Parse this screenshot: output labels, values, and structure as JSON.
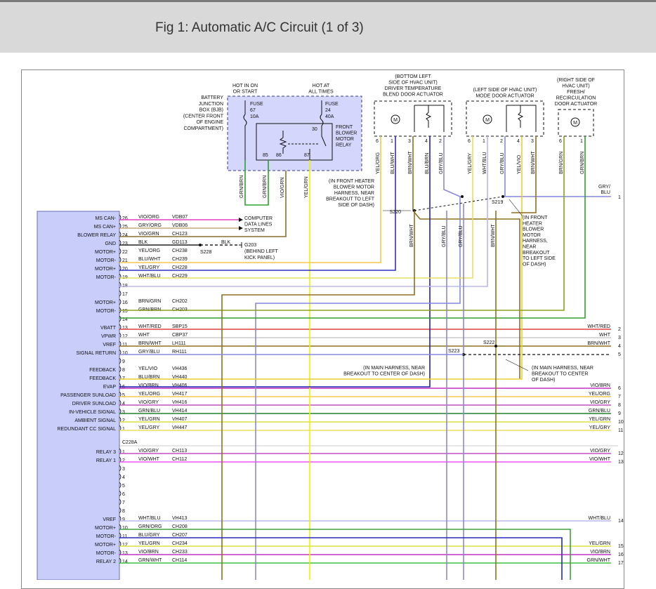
{
  "header": {
    "title": "Fig 1: Automatic A/C Circuit (1 of 3)"
  },
  "colors": {
    "module_fill": "#c8cdfa",
    "module_stroke": "#6a6ab0",
    "bjb_fill": "#d4d6fb",
    "VIO_ORG": "#e040c0",
    "GRY_ORG": "#c8a878",
    "VIO_GRN": "#8a7030",
    "BLK": "#222222",
    "YEL_ORG": "#f2c850",
    "BLU_WHT": "#3030c0",
    "YEL_GRY": "#e8e060",
    "WHT_BLU": "#b8b8ee",
    "BRN_GRN": "#88a020",
    "GRN_BRN": "#30a030",
    "WHT_RED": "#e04040",
    "WHT": "#cccccc",
    "BRN_WHT": "#907020",
    "GRY_BLU": "#8888dd",
    "YEL_VIO": "#e8d030",
    "BLU_BRN": "#2020b0",
    "VIO_BRN": "#c030c0",
    "VIO_GRY": "#c050c0",
    "GRN_BLU": "#208030",
    "YEL_GRN": "#d8e040",
    "VIO_WHT": "#f050f0",
    "GRN_ORG": "#40a040",
    "BLU_GRY": "#2828c0",
    "GRN_WHT": "#40c040",
    "YEL_WHT": "#f0f000"
  },
  "bjb": {
    "lines": [
      "BATTERY",
      "JUNCTION",
      "BOX (BJB)",
      "(CENTER FRONT",
      "OF ENGINE",
      "COMPARTMENT)"
    ],
    "hot_on_start": [
      "HOT IN ON",
      "OR START"
    ],
    "hot_all_times": [
      "HOT AT",
      "ALL TIMES"
    ],
    "fuse67": [
      "FUSE",
      "67",
      "10A"
    ],
    "fuse24": [
      "FUSE",
      "24",
      "40A"
    ],
    "relay": [
      "FRONT",
      "BLOWER",
      "MOTOR",
      "RELAY"
    ],
    "pins": [
      "30",
      "85",
      "86",
      "87"
    ],
    "wires": [
      "GRN/BRN",
      "GRN/BRN",
      "VIO/GRN",
      "YEL/GRN"
    ]
  },
  "actuators": {
    "blend": {
      "lines": [
        "(BOTTOM LEFT",
        "SIDE OF HVAC UNIT)",
        "DRIVER TEMPERATURE",
        "BLEND DOOR ACTUATOR"
      ],
      "pins": [
        "6",
        "1",
        "3",
        "4",
        "2"
      ],
      "wires": [
        "YEL/ORG",
        "BLU/WHT",
        "BRN/WHT",
        "BLU/BRN",
        "GRY/BLU"
      ]
    },
    "mode": {
      "lines": [
        "(LEFT SIDE OF HVAC UNIT)",
        "MODE DOOR ACTUATOR"
      ],
      "pins": [
        "6",
        "1",
        "2",
        "4",
        "3"
      ],
      "wires": [
        "YEL/GRY",
        "WHT/BLU",
        "GRY/BLU",
        "YEL/VIO",
        "BRN/WHT"
      ]
    },
    "recirc": {
      "lines": [
        "(RIGHT SIDE OF",
        "HVAC UNIT)",
        "FRESH/",
        "RECIRCULATION",
        "DOOR ACTUATOR"
      ],
      "pins": [
        "6",
        "1"
      ],
      "wires": [
        "BRN/GRN",
        "GRN/BRN"
      ]
    }
  },
  "notes": {
    "front_heater_left": [
      "(IN FRONT HEATER",
      "BLOWER MOTOR",
      "HARNESS, NEAR",
      "BREAKOUT TO LEFT",
      "SIDE OF DASH)"
    ],
    "s220": "S220",
    "s219": "S219",
    "front_heater_right": [
      "(IN FRONT",
      "HEATER",
      "BLOWER",
      "MOTOR",
      "HARNESS,",
      "NEAR",
      "BREAKOUT",
      "TO LEFT SIDE",
      "OF DASH)"
    ],
    "computer": [
      "COMPUTER",
      "DATA LINES",
      "SYSTEM"
    ],
    "g203": [
      "G203",
      "(BEHIND LEFT",
      "KICK PANEL)"
    ],
    "s228": "S228",
    "blk": "BLK",
    "s222": "S222",
    "s223": "S223",
    "main_center": [
      "(IN MAIN HARNESS, NEAR",
      "BREAKOUT TO CENTER OF DASH)"
    ],
    "main_right": [
      "(IN MAIN HARNESS, NEAR",
      "BREAKOUT TO CENTER",
      "OF DASH)"
    ],
    "connector": "C228A",
    "gry_blu_right": [
      "GRY/",
      "BLU"
    ],
    "gry_blu_right_pin": "1",
    "left_vert_wires": [
      "BRN/WHT",
      "GRY/BLU",
      "GRY/BLU",
      "BRN/WHT"
    ]
  },
  "circuits": [
    {
      "lbl": "MS CAN-",
      "pin": "26",
      "wire": "VIO/ORG",
      "ckt": "VDB07",
      "key": "VIO_ORG"
    },
    {
      "lbl": "MS CAN+",
      "pin": "25",
      "wire": "GRY/ORG",
      "ckt": "VDB06",
      "key": "GRY_ORG"
    },
    {
      "lbl": "BLOWER RELAY",
      "pin": "24",
      "wire": "VIO/GRN",
      "ckt": "CH123",
      "key": "VIO_GRN"
    },
    {
      "lbl": "GND",
      "pin": "23",
      "wire": "BLK",
      "ckt": "GD113",
      "key": "BLK"
    },
    {
      "lbl": "MOTOR+",
      "pin": "22",
      "wire": "YEL/ORG",
      "ckt": "CH238",
      "key": "YEL_ORG"
    },
    {
      "lbl": "MOTOR-",
      "pin": "21",
      "wire": "BLU/WHT",
      "ckt": "CH239",
      "key": "BLU_WHT"
    },
    {
      "lbl": "MOTOR+",
      "pin": "20",
      "wire": "YEL/GRY",
      "ckt": "CH228",
      "key": "YEL_GRY"
    },
    {
      "lbl": "MOTOR-",
      "pin": "19",
      "wire": "WHT/BLU",
      "ckt": "CH229",
      "key": "WHT_BLU"
    },
    {
      "lbl": "",
      "pin": "18"
    },
    {
      "lbl": "",
      "pin": "17"
    },
    {
      "lbl": "MOTOR+",
      "pin": "16",
      "wire": "BRN/GRN",
      "ckt": "CH202",
      "key": "BRN_GRN"
    },
    {
      "lbl": "MOTOR-",
      "pin": "15",
      "wire": "GRN/BRN",
      "ckt": "CH203",
      "key": "GRN_BRN"
    },
    {
      "lbl": "",
      "pin": "14"
    },
    {
      "lbl": "VBATT",
      "pin": "13",
      "wire": "WHT/RED",
      "ckt": "SBP15",
      "key": "WHT_RED",
      "rw": "WHT/RED",
      "rp": "2"
    },
    {
      "lbl": "VPWR",
      "pin": "12",
      "wire": "WHT",
      "ckt": "CBP37",
      "key": "WHT",
      "rw": "WHT",
      "rp": "3"
    },
    {
      "lbl": "VREF",
      "pin": "11",
      "wire": "BRN/WHT",
      "ckt": "LH111",
      "key": "BRN_WHT",
      "rw": "BRN/WHT",
      "rp": "4"
    },
    {
      "lbl": "SIGNAL RETURN",
      "pin": "10",
      "wire": "GRY/BLU",
      "ckt": "RH111",
      "key": "GRY_BLU",
      "rp": "5"
    },
    {
      "lbl": "",
      "pin": "9"
    },
    {
      "lbl": "FEEDBACK",
      "pin": "8",
      "wire": "YEL/VIO",
      "ckt": "VH436",
      "key": "YEL_VIO"
    },
    {
      "lbl": "FEEDBACK",
      "pin": "7",
      "wire": "BLU/BRN",
      "ckt": "VH440",
      "key": "BLU_BRN"
    },
    {
      "lbl": "EVAP",
      "pin": "6",
      "wire": "VIO/BRN",
      "ckt": "VH406",
      "key": "VIO_BRN",
      "rw": "VIO/BRN",
      "rp": "6"
    },
    {
      "lbl": "PASSENGER SUNLOAD",
      "pin": "5",
      "wire": "YEL/ORG",
      "ckt": "VH417",
      "key": "YEL_ORG",
      "rw": "YEL/ORG",
      "rp": "7"
    },
    {
      "lbl": "DRIVER SUNLOAD",
      "pin": "4",
      "wire": "VIO/GRY",
      "ckt": "VH416",
      "key": "VIO_GRY",
      "rw": "VIO/GRY",
      "rp": "8"
    },
    {
      "lbl": "IN-VEHICLE SIGNAL",
      "pin": "3",
      "wire": "GRN/BLU",
      "ckt": "VH414",
      "key": "GRN_BLU",
      "rw": "GRN/BLU",
      "rp": "9"
    },
    {
      "lbl": "AMBIENT SIGNAL",
      "pin": "2",
      "wire": "YEL/GRN",
      "ckt": "VH407",
      "key": "YEL_GRN",
      "rw": "YEL/GRN",
      "rp": "10"
    },
    {
      "lbl": "REDUNDANT CC SIGNAL",
      "pin": "1",
      "wire": "YEL/GRY",
      "ckt": "VH447",
      "key": "YEL_GRY",
      "rw": "YEL/GRY",
      "rp": "11"
    }
  ],
  "circuits2": [
    {
      "lbl": "RELAY 3",
      "pin": "1",
      "wire": "VIO/GRY",
      "ckt": "CH113",
      "key": "VIO_GRY",
      "rw": "VIO/GRY",
      "rp": "12"
    },
    {
      "lbl": "RELAY 1",
      "pin": "2",
      "wire": "VIO/WHT",
      "ckt": "CH112",
      "key": "VIO_WHT",
      "rw": "VIO/WHT",
      "rp": "13"
    },
    {
      "lbl": "",
      "pin": "3"
    },
    {
      "lbl": "",
      "pin": "4"
    },
    {
      "lbl": "",
      "pin": "5"
    },
    {
      "lbl": "",
      "pin": "6"
    },
    {
      "lbl": "",
      "pin": "7"
    },
    {
      "lbl": "",
      "pin": "8"
    },
    {
      "lbl": "VREF",
      "pin": "9",
      "wire": "WHT/BLU",
      "ckt": "VH413",
      "key": "WHT_BLU",
      "rw": "WHT/BLU",
      "rp": "14"
    },
    {
      "lbl": "MOTOR+",
      "pin": "10",
      "wire": "GRN/ORG",
      "ckt": "CH208",
      "key": "GRN_ORG"
    },
    {
      "lbl": "MOTOR-",
      "pin": "11",
      "wire": "BLU/GRY",
      "ckt": "CH207",
      "key": "BLU_GRY"
    },
    {
      "lbl": "MOTOR+",
      "pin": "12",
      "wire": "YEL/GRN",
      "ckt": "CH234",
      "key": "YEL_GRN",
      "rw": "YEL/GRN",
      "rp": "15"
    },
    {
      "lbl": "MOTOR-",
      "pin": "13",
      "wire": "VIO/BRN",
      "ckt": "CH233",
      "key": "VIO_BRN",
      "rw": "VIO/BRN",
      "rp": "16"
    },
    {
      "lbl": "RELAY 2",
      "pin": "14",
      "wire": "GRN/WHT",
      "ckt": "CH114",
      "key": "GRN_WHT",
      "rw": "GRN/WHT",
      "rp": "17"
    }
  ]
}
